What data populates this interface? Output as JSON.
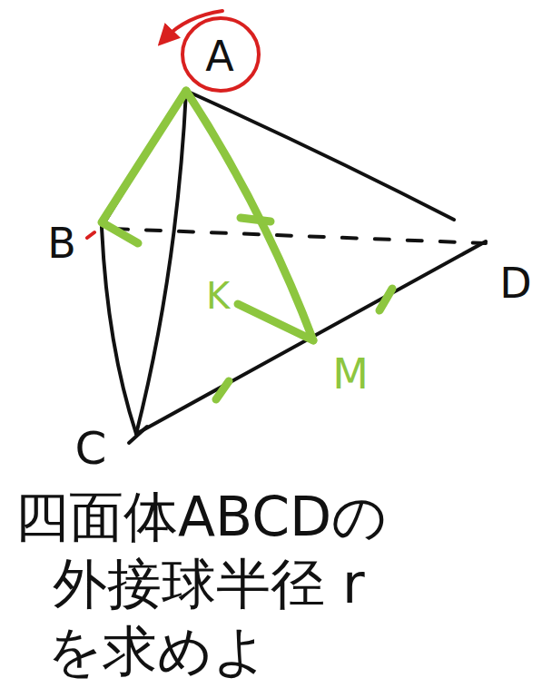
{
  "diagram": {
    "labels": [
      "A",
      "B",
      "C",
      "D",
      "K",
      "M",
      "四面体ABCDの",
      "外接球半径 r",
      "を求めよ"
    ]
  }
}
